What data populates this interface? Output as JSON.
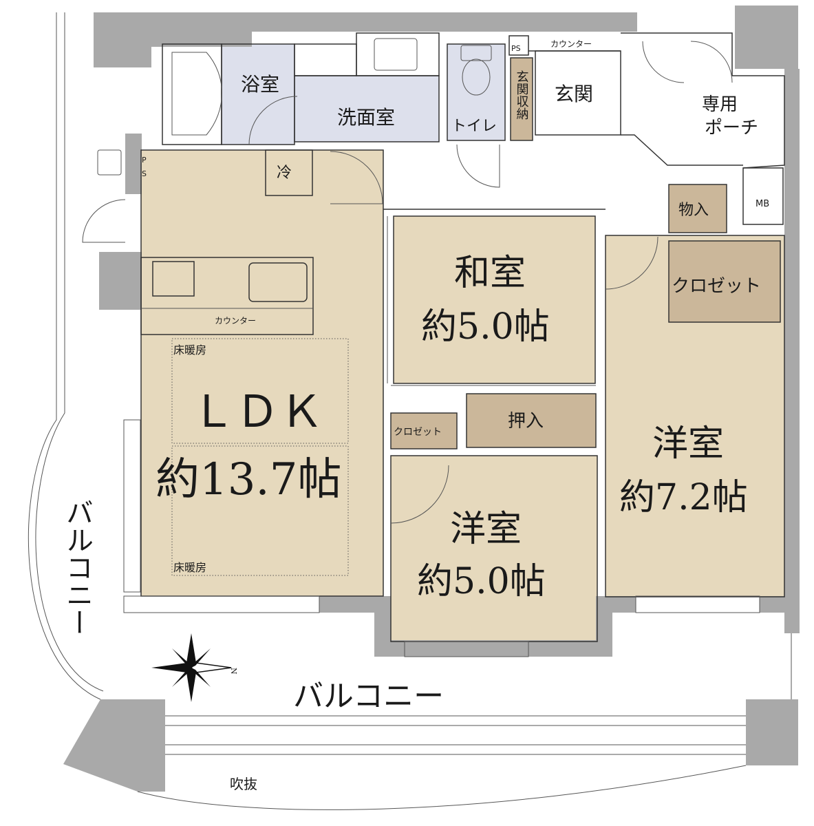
{
  "rooms": {
    "bath": "浴室",
    "washroom": "洗面室",
    "toilet": "トイレ",
    "entrance_storage": "玄関収納",
    "entrance": "玄関",
    "porch_line1": "専用",
    "porch_line2": "ポーチ",
    "ps_top": "PS",
    "ps_side_1": "P",
    "ps_side_2": "S",
    "counter_top": "カウンター",
    "fridge": "冷",
    "mb": "MB",
    "storage": "物入",
    "closet_right": "クロゼット",
    "washitsu_name": "和室",
    "washitsu_size": "約5.0帖",
    "oshiire": "押入",
    "closet_small": "クロゼット",
    "yoshitsu_right_name": "洋室",
    "yoshitsu_right_size": "約7.2帖",
    "yoshitsu_mid_name": "洋室",
    "yoshitsu_mid_size": "約5.0帖",
    "ldk_name": "ＬＤＫ",
    "ldk_size": "約13.7帖",
    "counter_kitchen": "カウンター",
    "floor_heating_top": "床暖房",
    "floor_heating_bottom": "床暖房",
    "balcony_bottom": "バルコニー",
    "balcony_left": "バルコニー",
    "void": "吹抜",
    "north": "N"
  },
  "colors": {
    "room_tan": "#e6d9bd",
    "room_brown": "#cbb79a",
    "room_blue": "#dde0ec",
    "wall": "#a9a9a9"
  }
}
